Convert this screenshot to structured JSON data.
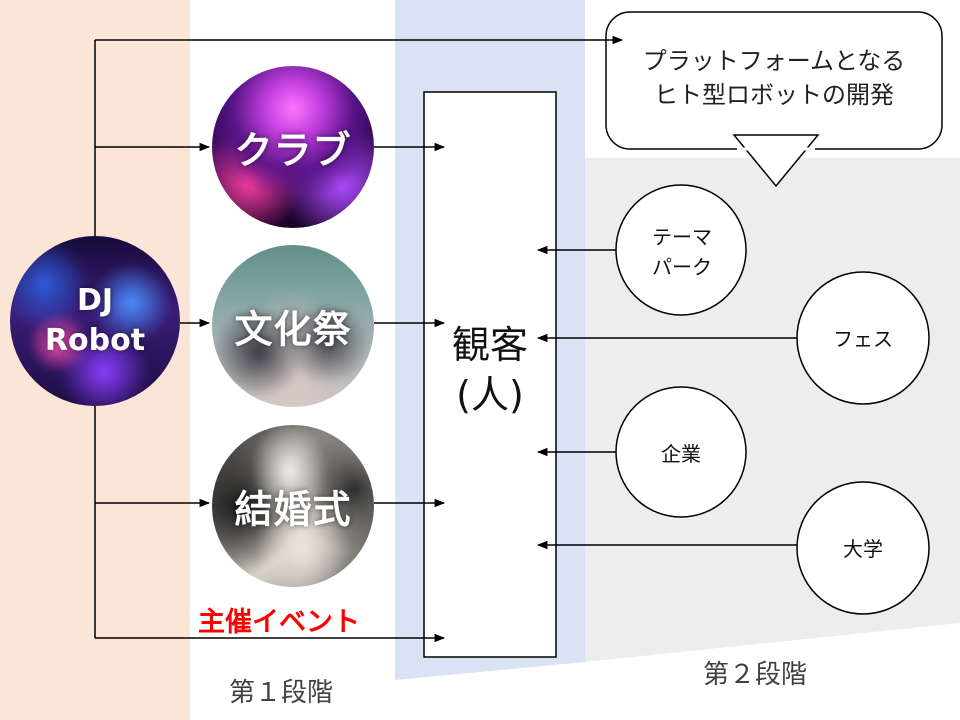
{
  "bubble": {
    "line1": "プラットフォームとなる",
    "line2": "ヒト型ロボットの開発"
  },
  "dj_robot": {
    "line1": "DJ",
    "line2": "Robot"
  },
  "events": {
    "club": "クラブ",
    "festival": "文化祭",
    "wedding": "結婚式"
  },
  "organizer_label": "主催イベント",
  "audience": {
    "line1": "観客",
    "line2": "(人)"
  },
  "stakeholders": {
    "theme_park": "テーマ\nパーク",
    "fes": "フェス",
    "company": "企業",
    "university": "大学"
  },
  "stages": {
    "stage1": "第１段階",
    "stage2": "第２段階"
  },
  "colors": {
    "stage1_band": "#fbe5d6",
    "audience_band": "#dae3f3",
    "stage2_panel": "#ededed",
    "organizer_text": "#ff0000",
    "line": "#000000"
  }
}
